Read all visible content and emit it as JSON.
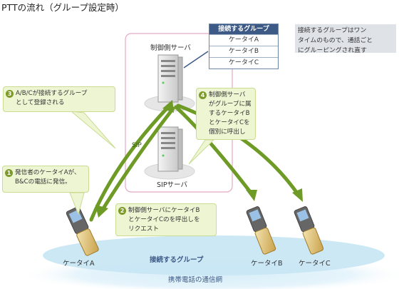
{
  "title": "PTTの流れ（グループ設定時）",
  "server_labels": {
    "control": "制御側サーバ",
    "sip_server": "SIPサーバ",
    "sip": "SIP"
  },
  "group_table": {
    "header": "接続するグループ",
    "rows": [
      "ケータイA",
      "ケータイB",
      "ケータイC"
    ]
  },
  "note": {
    "lines": [
      "接続するグループはワン",
      "タイムのもので、通話ごと",
      "にグルーピングされ直す"
    ]
  },
  "steps": [
    {
      "num": "1",
      "lines": [
        "発信者のケータイAが、",
        "B&Cの電話に発信。"
      ]
    },
    {
      "num": "2",
      "lines": [
        "制御側サーバにケータイB",
        "とケータイCのを呼出しを",
        "リクエスト"
      ]
    },
    {
      "num": "3",
      "lines": [
        "A/B/Cが接続するグループ",
        "として登録される"
      ]
    },
    {
      "num": "4",
      "lines": [
        "制御側サーバ",
        "がグループに属",
        "するケータイB",
        "とケータイCを",
        "個別に呼出し"
      ]
    }
  ],
  "phones": [
    "ケータイA",
    "ケータイB",
    "ケータイC"
  ],
  "group_label": "接続するグループ",
  "network_label": "携帯電話の通信網",
  "colors": {
    "arrow": "#6e9a26",
    "header": "#3c5a85",
    "callout_bg": "#eef5d3",
    "ellipse": "#cfe8f5",
    "box_border": "#e3a9c4"
  }
}
